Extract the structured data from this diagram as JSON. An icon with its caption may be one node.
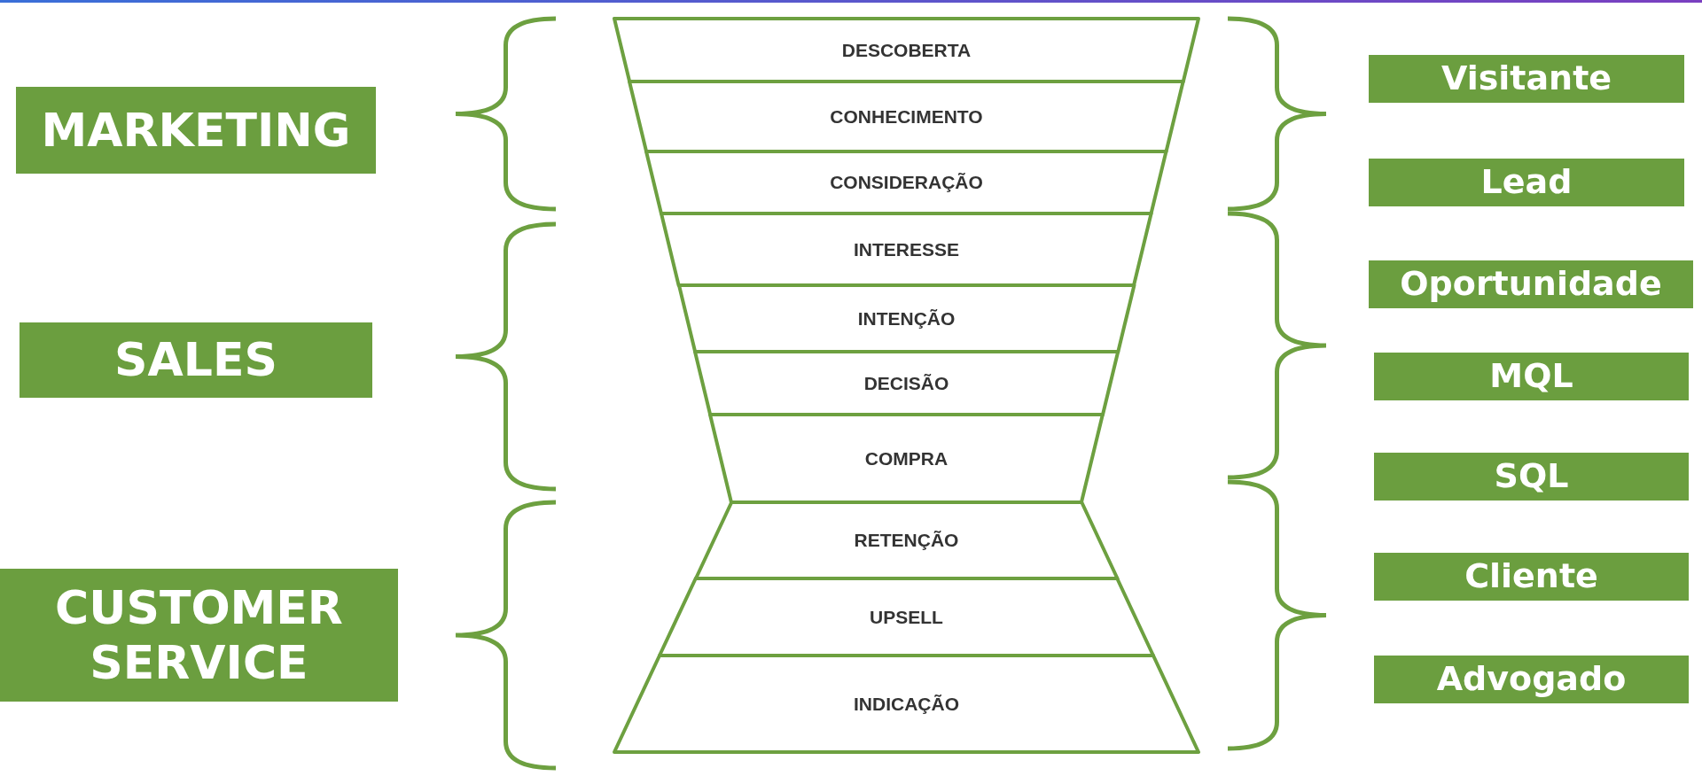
{
  "diagram": {
    "nodes": [
      {
        "text": [
          "MARKETING"
        ]
      },
      {
        "text": [
          "SALES"
        ]
      },
      {
        "text": [
          "CUSTOMER SERVICE"
        ]
      },
      {
        "text": [
          "DESCOBERTA"
        ]
      },
      {
        "text": [
          "CONHECIMENTO"
        ]
      },
      {
        "text": [
          "CONSIDERAÇÃO"
        ]
      },
      {
        "text": [
          "INTERESSE"
        ]
      },
      {
        "text": [
          "INTENÇÃO"
        ]
      },
      {
        "text": [
          "DECISÃO"
        ]
      },
      {
        "text": [
          "COMPRA"
        ]
      },
      {
        "text": [
          "RETENÇÃO"
        ]
      },
      {
        "text": [
          "UPSELL"
        ]
      },
      {
        "text": [
          "INDICAÇÃO"
        ]
      },
      {
        "text": [
          "Visitante"
        ]
      },
      {
        "text": [
          "Lead"
        ]
      },
      {
        "text": [
          "Oportunidade"
        ]
      },
      {
        "text": [
          "MQL"
        ]
      },
      {
        "text": [
          "SQL"
        ]
      },
      {
        "text": [
          "Cliente"
        ]
      },
      {
        "text": [
          "Advogado"
        ]
      }
    ],
    "edges": []
  }
}
